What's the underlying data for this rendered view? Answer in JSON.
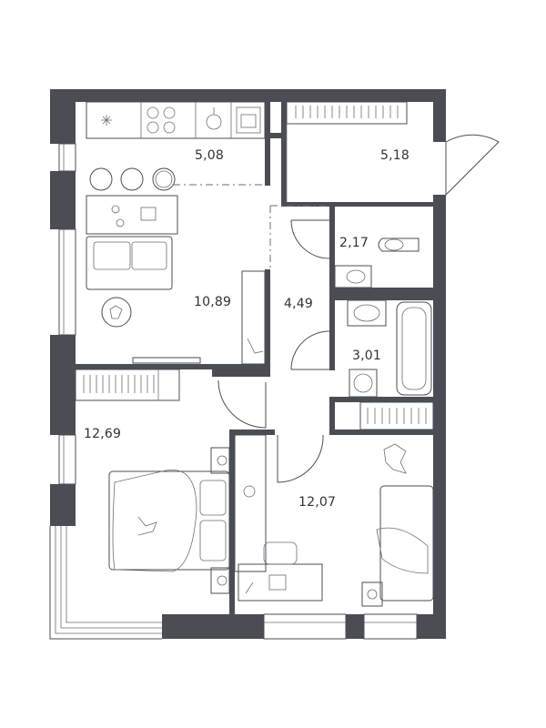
{
  "rooms": [
    {
      "id": "kitchen",
      "area": "5,08"
    },
    {
      "id": "storage",
      "area": "5,18"
    },
    {
      "id": "toilet",
      "area": "2,17"
    },
    {
      "id": "living",
      "area": "10,89"
    },
    {
      "id": "hall",
      "area": "4,49"
    },
    {
      "id": "bathroom",
      "area": "3,01"
    },
    {
      "id": "bedroom",
      "area": "12,69"
    },
    {
      "id": "kids-room",
      "area": "12,07"
    }
  ],
  "colors": {
    "wall": "#4a4d54",
    "background": "#ffffff",
    "text": "#2d3138"
  }
}
